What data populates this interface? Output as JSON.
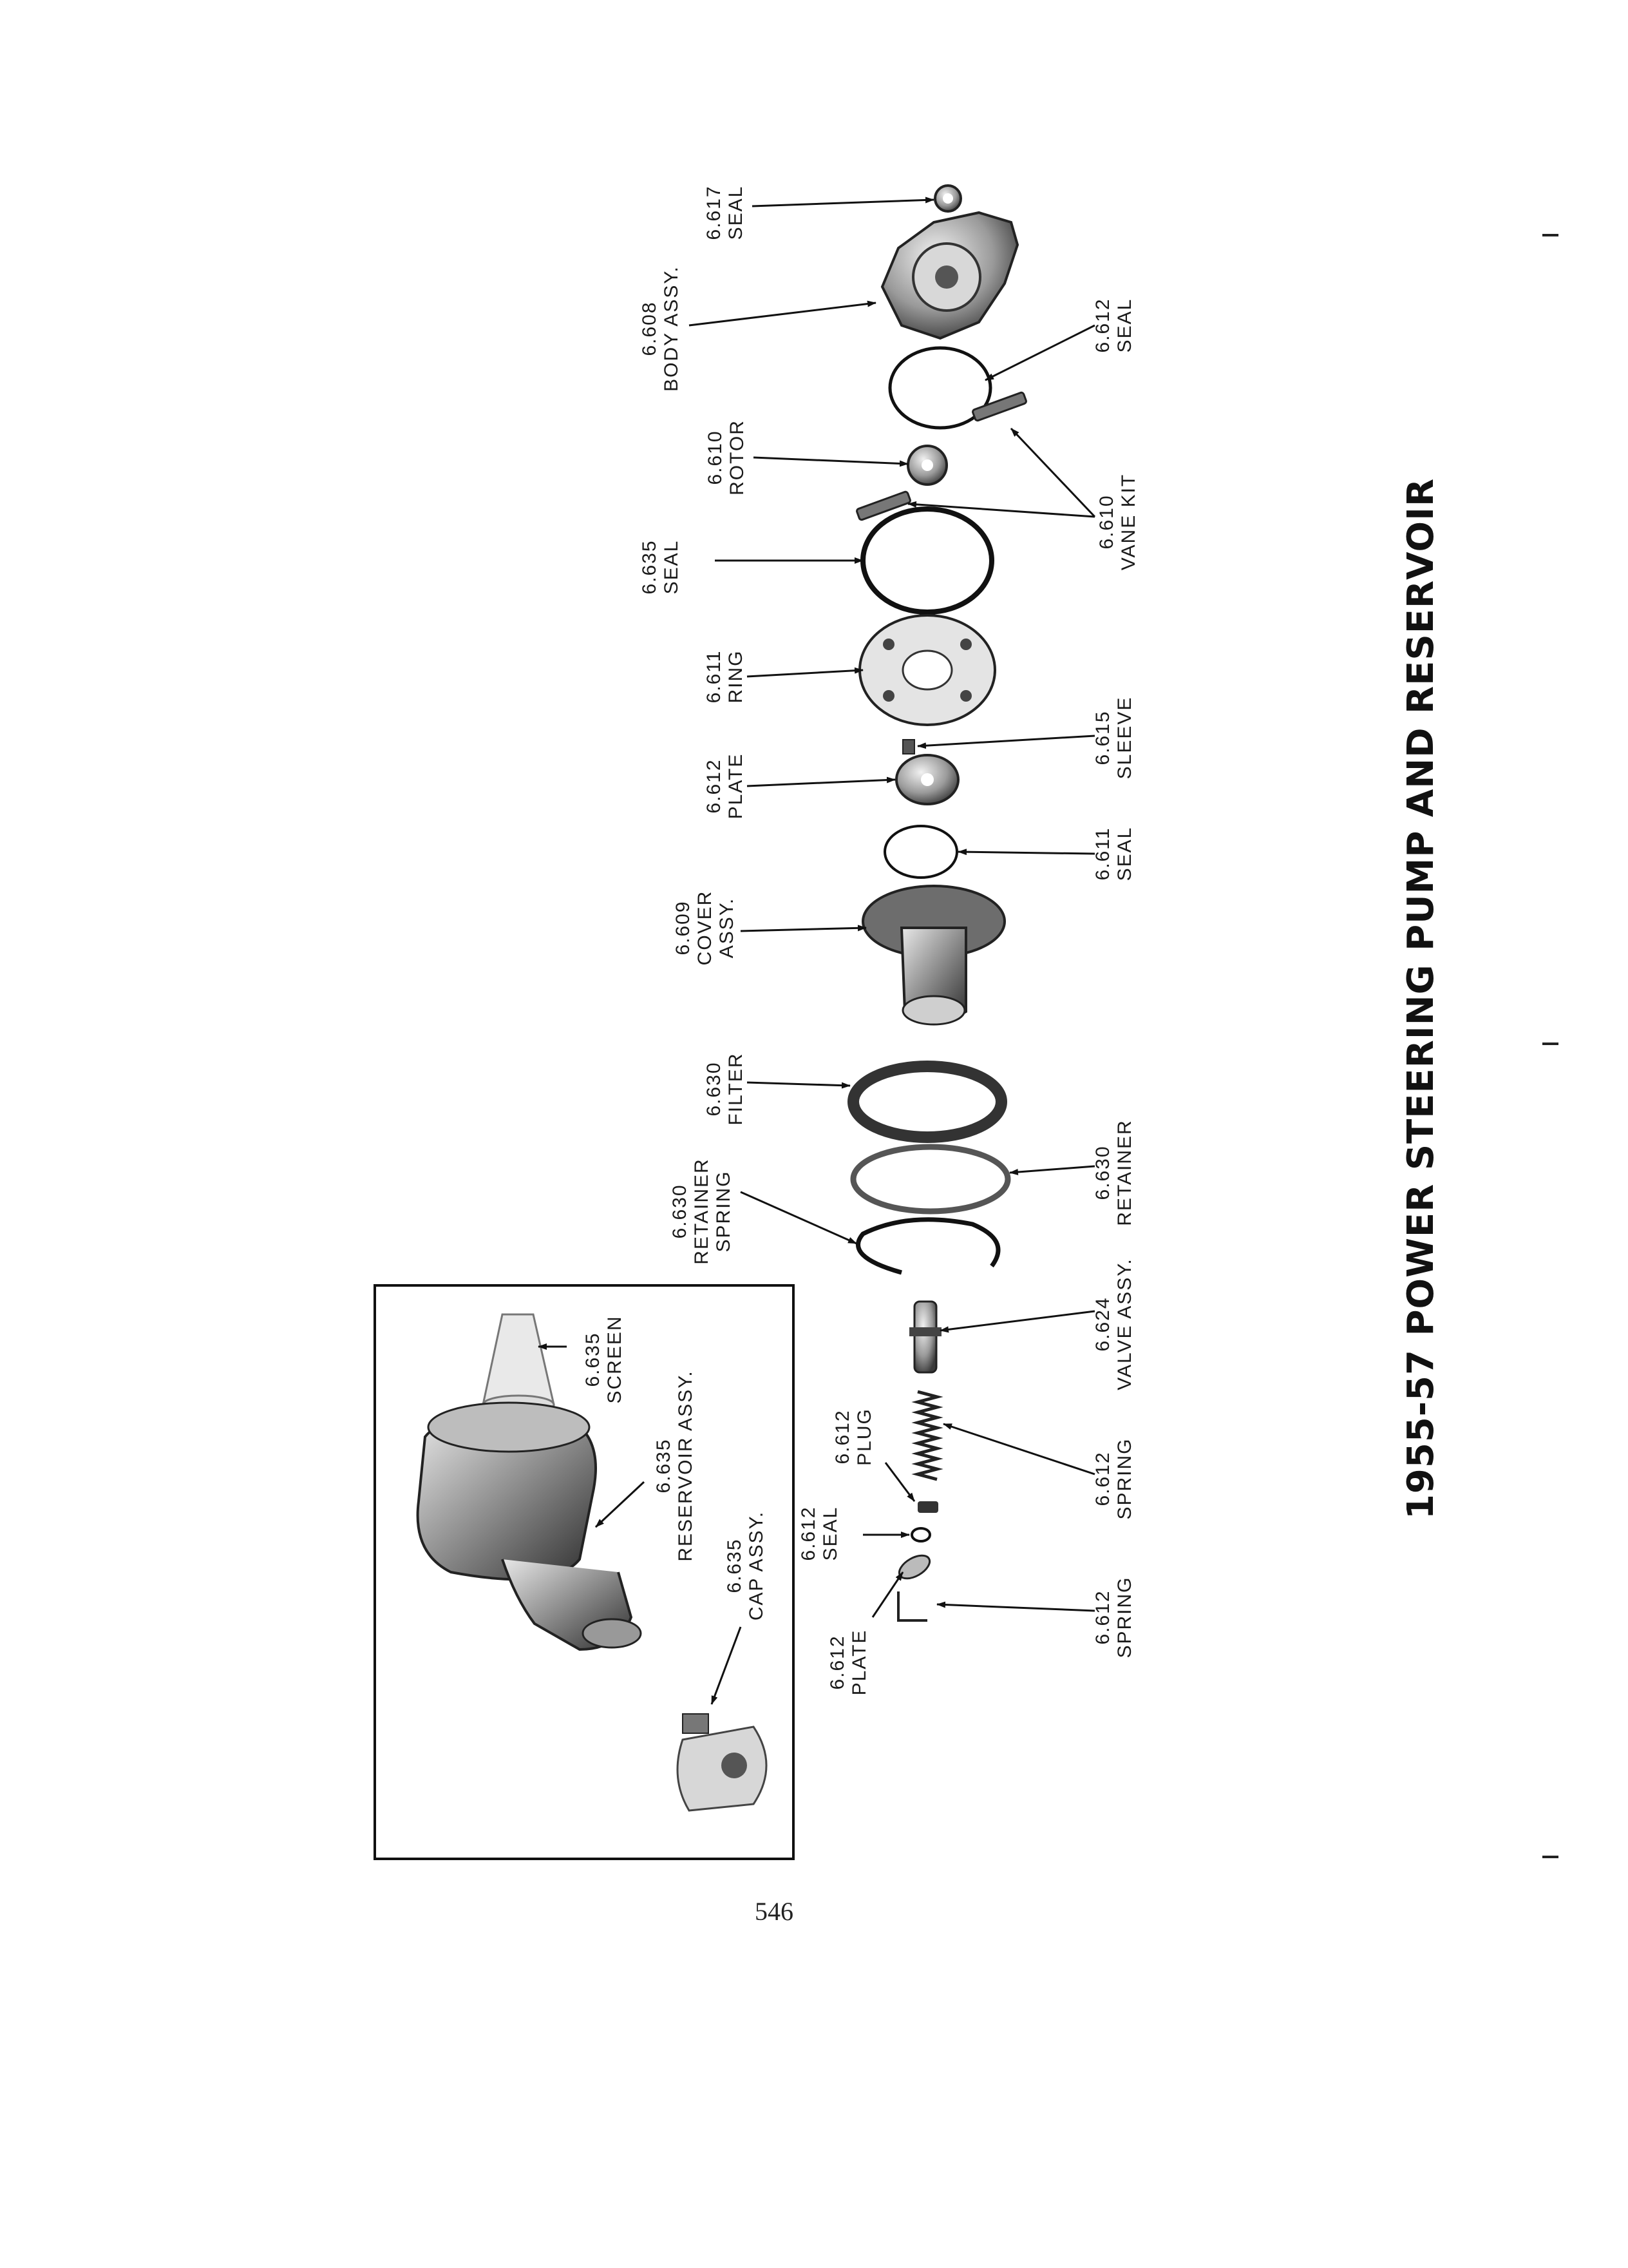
{
  "title": "1955-57 POWER STEERING PUMP AND RESERVOIR",
  "page_number": "546",
  "labels": {
    "seal_617": [
      "6.617",
      "SEAL"
    ],
    "body_assy": [
      "6.608",
      "BODY ASSY."
    ],
    "seal_612_top": [
      "6.612",
      "SEAL"
    ],
    "rotor": [
      "6.610",
      "ROTOR"
    ],
    "vane_kit": [
      "6.610",
      "VANE KIT"
    ],
    "seal_635": [
      "6.635",
      "SEAL"
    ],
    "ring": [
      "6.611",
      "RING"
    ],
    "plate_612": [
      "6.612",
      "PLATE"
    ],
    "sleeve": [
      "6.615",
      "SLEEVE"
    ],
    "seal_611": [
      "6.611",
      "SEAL"
    ],
    "cover_assy": [
      "6.609",
      "COVER",
      "ASSY."
    ],
    "filter": [
      "6.630",
      "FILTER"
    ],
    "retainer_spring": [
      "6.630",
      "RETAINER",
      "SPRING"
    ],
    "retainer": [
      "6.630",
      "RETAINER"
    ],
    "valve_assy": [
      "6.624",
      "VALVE ASSY."
    ],
    "plug": [
      "6.612",
      "PLUG"
    ],
    "seal_612_low": [
      "6.612",
      "SEAL"
    ],
    "spring_612_mid": [
      "6.612",
      "SPRING"
    ],
    "plate_612_low": [
      "6.612",
      "PLATE"
    ],
    "spring_612_low": [
      "6.612",
      "SPRING"
    ],
    "screen": [
      "6.635",
      "SCREEN"
    ],
    "reservoir_assy": [
      "6.635",
      "RESERVOIR ASSY."
    ],
    "cap_assy": [
      "6.635",
      "CAP ASSY."
    ]
  }
}
